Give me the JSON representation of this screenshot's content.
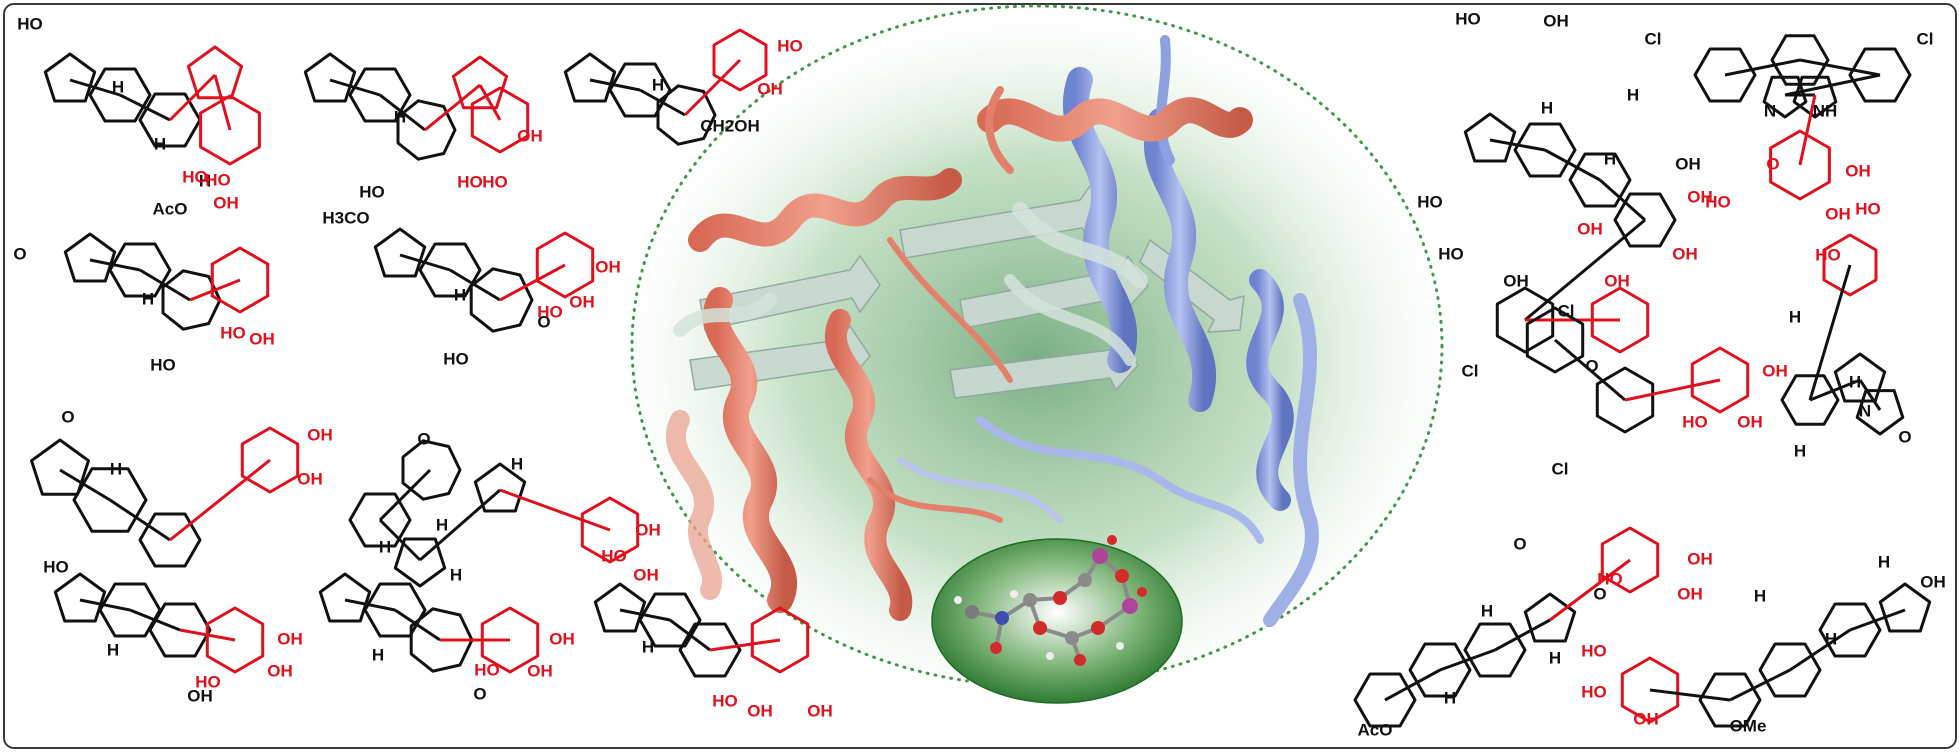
{
  "colors": {
    "frame": "#3a3a3a",
    "bond": "#111111",
    "sugar": "#e0101d",
    "helix_a": "#e2806b",
    "helix_b": "#8da0e0",
    "sheet": "#c9d9d2",
    "sphere_center": "#ffffff",
    "sphere_edge": "#2f8a38",
    "dots": "#3e9a45"
  },
  "protein": {
    "label": "",
    "ligand_icon": "ball-and-stick-ligand-icon"
  },
  "molecules": [
    {
      "id": "m1",
      "labels": [
        "HO",
        "H",
        "H",
        "AcO",
        "H",
        "HO",
        "HO",
        "OH"
      ]
    },
    {
      "id": "m2",
      "labels": [
        "H",
        "HO",
        "H3CO",
        "HO",
        "HO",
        "OH"
      ]
    },
    {
      "id": "m3",
      "labels": [
        "H",
        "CH2OH",
        "HO",
        "OH"
      ]
    },
    {
      "id": "m4",
      "labels": [
        "O",
        "H",
        "HO",
        "HO",
        "OH"
      ]
    },
    {
      "id": "m5",
      "labels": [
        "H",
        "HO",
        "O",
        "HO",
        "OH",
        "OH"
      ]
    },
    {
      "id": "m6",
      "labels": [
        "O",
        "H",
        "HO",
        "OH",
        "OH"
      ]
    },
    {
      "id": "m7",
      "labels": [
        "O",
        "H",
        "H",
        "H",
        "H",
        "HO",
        "OH",
        "OH"
      ]
    },
    {
      "id": "m8",
      "labels": [
        "H",
        "OH",
        "HO",
        "OH",
        "OH"
      ]
    },
    {
      "id": "m9",
      "labels": [
        "H",
        "O",
        "HO",
        "OH",
        "OH"
      ]
    },
    {
      "id": "m10",
      "labels": [
        "H",
        "HO",
        "OH",
        "OH"
      ]
    },
    {
      "id": "m11",
      "labels": [
        "HO",
        "OH",
        "H",
        "H",
        "H",
        "OH",
        "HO",
        "HO",
        "OH",
        "OH",
        "OH",
        "OH",
        "OH"
      ]
    },
    {
      "id": "m12",
      "labels": [
        "Cl",
        "Cl",
        "N",
        "NH",
        "O",
        "HO",
        "OH",
        "OH"
      ]
    },
    {
      "id": "m13",
      "labels": [
        "HO",
        "HO",
        "H",
        "H",
        "H",
        "N",
        "O"
      ]
    },
    {
      "id": "m14",
      "labels": [
        "Cl",
        "Cl",
        "Cl",
        "O",
        "OH",
        "HO",
        "OH"
      ]
    },
    {
      "id": "m15",
      "labels": [
        "O",
        "O",
        "HO",
        "OH",
        "OH",
        "H",
        "H",
        "AcO",
        "H"
      ]
    },
    {
      "id": "m16",
      "labels": [
        "H",
        "OH",
        "H",
        "H",
        "HO",
        "HO",
        "OH",
        "OMe"
      ]
    }
  ]
}
